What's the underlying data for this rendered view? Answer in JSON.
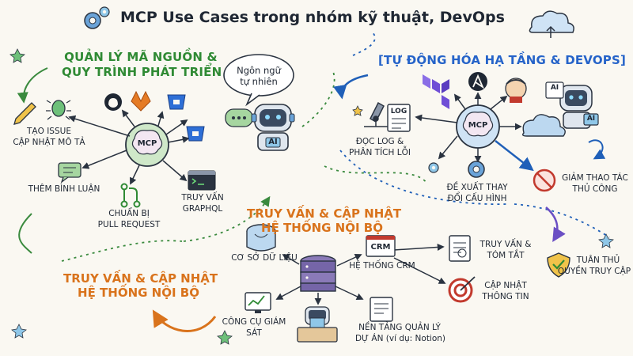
{
  "title": "MCP Use Cases trong nhóm kỹ thuật, DevOps",
  "hub_label": "MCP",
  "speech_bubble": [
    "Ngôn ngữ",
    "tự nhiên"
  ],
  "sections": {
    "source": {
      "heading": [
        "QUẢN LÝ MÃ NGUỒN &",
        "QUY TRÌNH PHÁT TRIỂN"
      ],
      "items": {
        "issue": [
          "TẠO ISSUE",
          "CẬP NHẬT MÔ TẢ"
        ],
        "comment": "THÊM BÌNH LUẬN",
        "pr": [
          "CHUẨN BỊ",
          "PULL REQUEST"
        ],
        "graphql": [
          "TRUY VẤN",
          "GRAPHQL"
        ]
      }
    },
    "infra": {
      "heading": "[TỰ ĐỘNG HÓA HẠ TẦNG & DEVOPS]",
      "items": {
        "logs": [
          "ĐỌC LOG &",
          "PHÂN TÍCH LỖI"
        ],
        "config": [
          "ĐỀ XUẤT THAY",
          "ĐỔI CẤU HÌNH"
        ],
        "manual": [
          "GIẢM THAO TÁC",
          "THỦ CÔNG"
        ],
        "access": [
          "TUÂN THỦ",
          "QUYỀN TRUY CẬP"
        ],
        "log_doc": "LOG"
      }
    },
    "internal": {
      "heading": [
        "TRUY VẤN & CẬP NHẬT",
        "HỆ THỐNG NỘI BỘ"
      ],
      "side_heading": [
        "TRUY VẤN & CẬP NHẬT",
        "HỆ THỐNG NỘI BỘ"
      ],
      "items": {
        "database": "CƠ SỞ DỮ LIỆU",
        "crm": "HỆ THỐNG CRM",
        "crm_box": "CRM",
        "summary": [
          "TRUY VẤN &",
          "TÓM TẮT"
        ],
        "update": [
          "CẬP NHẬT",
          "THÔNG TIN"
        ],
        "monitor": [
          "CÔNG CỤ GIÁM",
          "SÁT"
        ],
        "projects": [
          "NỀN TẢNG QUẢN LÝ",
          "DỰ ÁN (ví dụ: Notion)"
        ]
      }
    }
  },
  "robot_badge": "AI",
  "colors": {
    "green": "#2f8a34",
    "blue": "#2563c9",
    "orange": "#d9731c",
    "hub_fill": "#cfe8c9",
    "hub_blue_fill": "#cfe3f5"
  },
  "icons": [
    "gear-icon",
    "cloud-upload-icon",
    "github-icon",
    "gitlab-icon",
    "bitbucket-icon",
    "bug-icon",
    "pencil-icon",
    "comment-icon",
    "pull-request-icon",
    "terminal-icon",
    "terraform-icon",
    "ansible-icon",
    "jenkins-icon",
    "microscope-icon",
    "log-document-icon",
    "cloud-icon",
    "no-hand-icon",
    "shield-check-icon",
    "database-icon",
    "server-stack-icon",
    "crm-icon",
    "document-icon",
    "target-icon",
    "monitor-chart-icon",
    "robot-icon",
    "brain-icon"
  ]
}
